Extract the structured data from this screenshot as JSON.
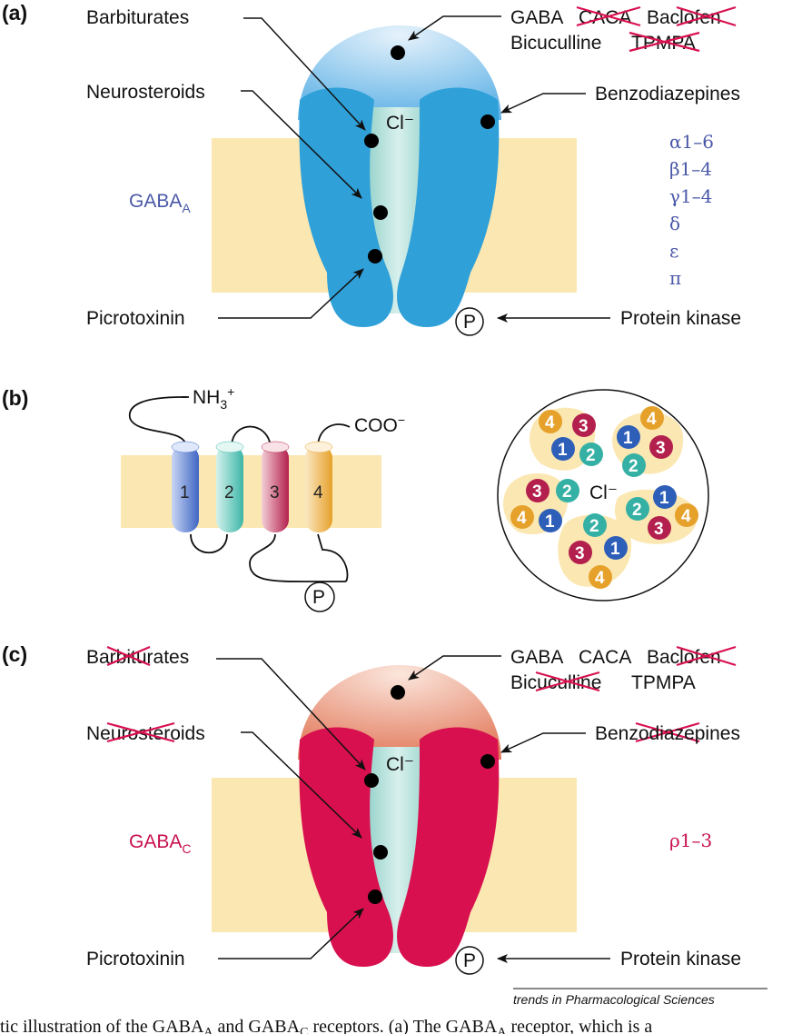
{
  "panels": {
    "a": {
      "label": "(a)",
      "receptor_name": "GABA",
      "receptor_sub": "A",
      "agonists_line1": [
        "GABA",
        "CACA",
        "Baclofen"
      ],
      "agonists_line2": [
        "Bicuculline",
        "TPMPA"
      ],
      "crossed_out": [
        "CACA",
        "Baclofen",
        "TPMPA"
      ],
      "barbiturates": "Barbiturates",
      "neurosteroids": "Neurosteroids",
      "benzodiazepines": "Benzodiazepines",
      "picrotoxinin": "Picrotoxinin",
      "protein_kinase": "Protein kinase",
      "channel_ion": "Cl⁻",
      "phospho": "P",
      "subunits": [
        "α1–6",
        "β1–4",
        "γ1–4",
        "δ",
        "ε",
        "π"
      ],
      "color": "#2fa0d8"
    },
    "b": {
      "label": "(b)",
      "n_terminus": "NH",
      "n_terminus_sub": "3",
      "n_terminus_sup": "+",
      "c_terminus": "COO",
      "c_terminus_sup": "−",
      "helices": [
        "1",
        "2",
        "3",
        "4"
      ],
      "phospho": "P",
      "pore_ion": "Cl⁻"
    },
    "c": {
      "label": "(c)",
      "receptor_name": "GABA",
      "receptor_sub": "C",
      "agonists_line1": [
        "GABA",
        "CACA",
        "Baclofen"
      ],
      "agonists_line2": [
        "Bicuculline",
        "TPMPA"
      ],
      "crossed_out": [
        "Barbiturates",
        "Neurosteroids",
        "Benzodiazepines",
        "Baclofen",
        "Bicuculline"
      ],
      "barbiturates": "Barbiturates",
      "neurosteroids": "Neurosteroids",
      "benzodiazepines": "Benzodiazepines",
      "picrotoxinin": "Picrotoxinin",
      "protein_kinase": "Protein kinase",
      "channel_ion": "Cl⁻",
      "phospho": "P",
      "subunits": [
        "ρ1–3"
      ],
      "color": "#d8104f"
    }
  },
  "journal": "trends in Pharmacological Sciences",
  "caption_fragment": "tic illustration of the GABA",
  "caption_sub_a": "A",
  "caption_mid": " and GABA",
  "caption_sub_c": "C",
  "caption_tail": " receptors. (a) The GABA",
  "caption_sub_a2": "A",
  "caption_end": " receptor, which is a"
}
